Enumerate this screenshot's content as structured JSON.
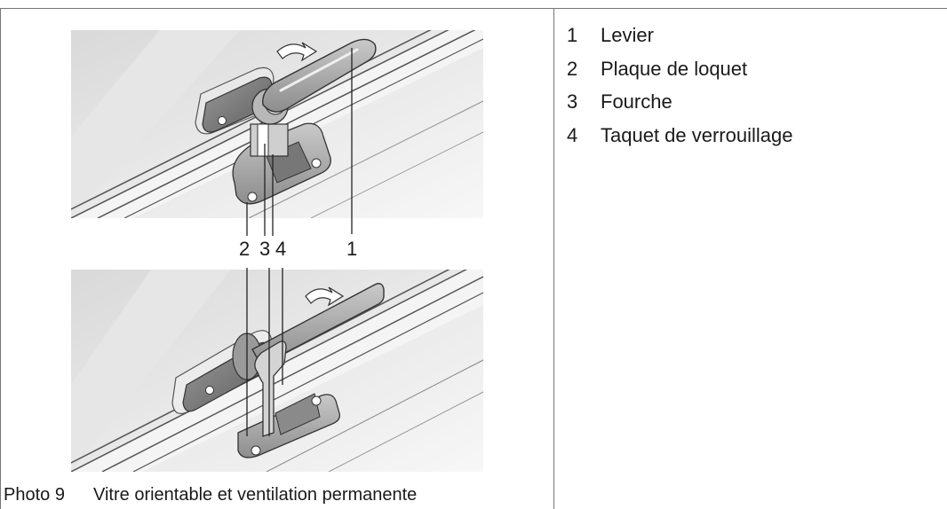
{
  "figure": {
    "callouts": {
      "n1": "1",
      "n2": "2",
      "n3": "3",
      "n4": "4"
    },
    "caption": {
      "number": "Photo 9",
      "text": "Vitre orientable et ventilation permanente"
    }
  },
  "legend": {
    "items": [
      {
        "num": "1",
        "label": "Levier"
      },
      {
        "num": "2",
        "label": "Plaque de loquet"
      },
      {
        "num": "3",
        "label": "Fourche"
      },
      {
        "num": "4",
        "label": "Taquet de verrouillage"
      }
    ]
  }
}
